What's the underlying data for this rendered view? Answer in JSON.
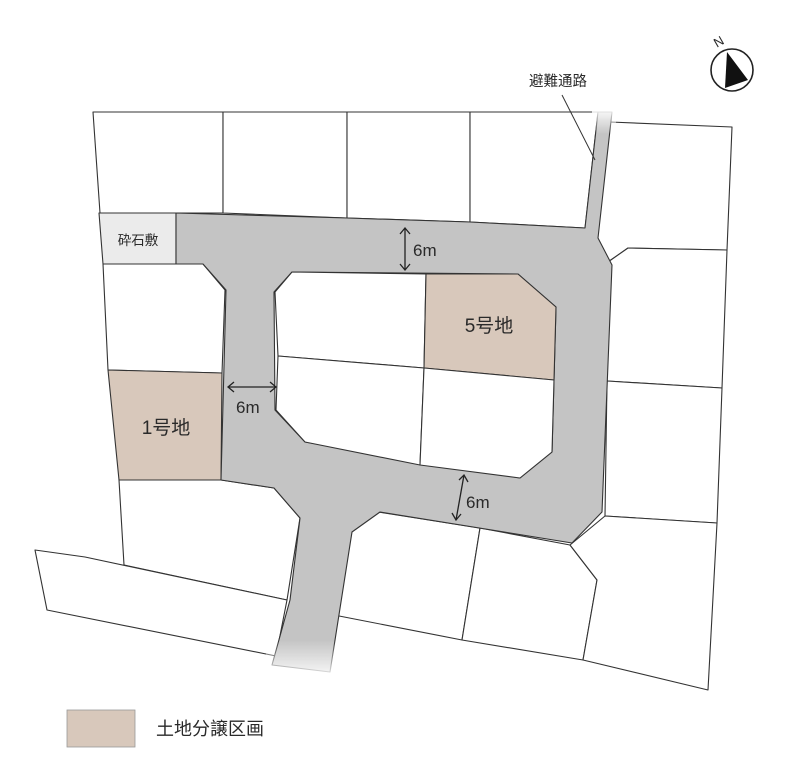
{
  "labels": {
    "lot_1": "1号地",
    "lot_5": "5号地",
    "gravel": "砕石敷",
    "evacuation_path": "避難通路"
  },
  "dimensions": {
    "road_top": "6m",
    "road_left": "6m",
    "road_bottom": "6m"
  },
  "compass": {
    "north": "N"
  },
  "legend": {
    "label": "土地分譲区画",
    "color": "#d8c8bb"
  },
  "colors": {
    "road": "#c4c4c4",
    "gravel": "#ebebeb",
    "lot": "#ffffff"
  }
}
